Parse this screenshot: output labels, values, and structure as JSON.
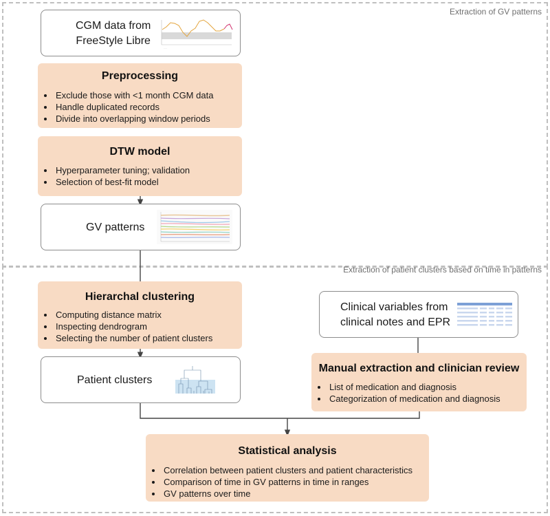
{
  "sections": {
    "top_label": "Extraction of GV patterns",
    "bottom_label": "Extraction of patient clusters based on time in patterns"
  },
  "cgm_box": {
    "line1": "CGM data from",
    "line2": "FreeStyle Libre",
    "thumbnail": "cgm-time-series-chart-thumbnail"
  },
  "preprocessing": {
    "title": "Preprocessing",
    "items": [
      "Exclude those with <1 month CGM data",
      "Handle duplicated records",
      "Divide into overlapping window periods"
    ]
  },
  "dtw": {
    "title": "DTW model",
    "items": [
      "Hyperparameter tuning; validation",
      "Selection of best-fit model"
    ]
  },
  "gv_patterns": {
    "label": "GV patterns",
    "thumbnail": "gv-pattern-lines-thumbnail"
  },
  "clustering": {
    "title": "Hierarchal clustering",
    "items": [
      "Computing distance matrix",
      "Inspecting dendrogram",
      "Selecting the number of patient clusters"
    ]
  },
  "patient_clusters": {
    "label": "Patient clusters",
    "thumbnail": "dendrogram-thumbnail"
  },
  "clinical": {
    "line1": "Clinical variables from",
    "line2": "clinical notes and EPR",
    "thumbnail": "table-thumbnail"
  },
  "manual": {
    "title": "Manual extraction and clinician review",
    "items": [
      "List of medication and diagnosis",
      "Categorization of medication and diagnosis"
    ]
  },
  "stats": {
    "title": "Statistical analysis",
    "items": [
      "Correlation between patient clusters and patient characteristics",
      "Comparison of time in GV patterns in time in ranges",
      "GV patterns over time"
    ]
  },
  "colors": {
    "box_fill": "#f8dbc4",
    "box_border": "#8c8c8c",
    "dashed_frame": "#bfbfbf",
    "connector": "#444444"
  }
}
